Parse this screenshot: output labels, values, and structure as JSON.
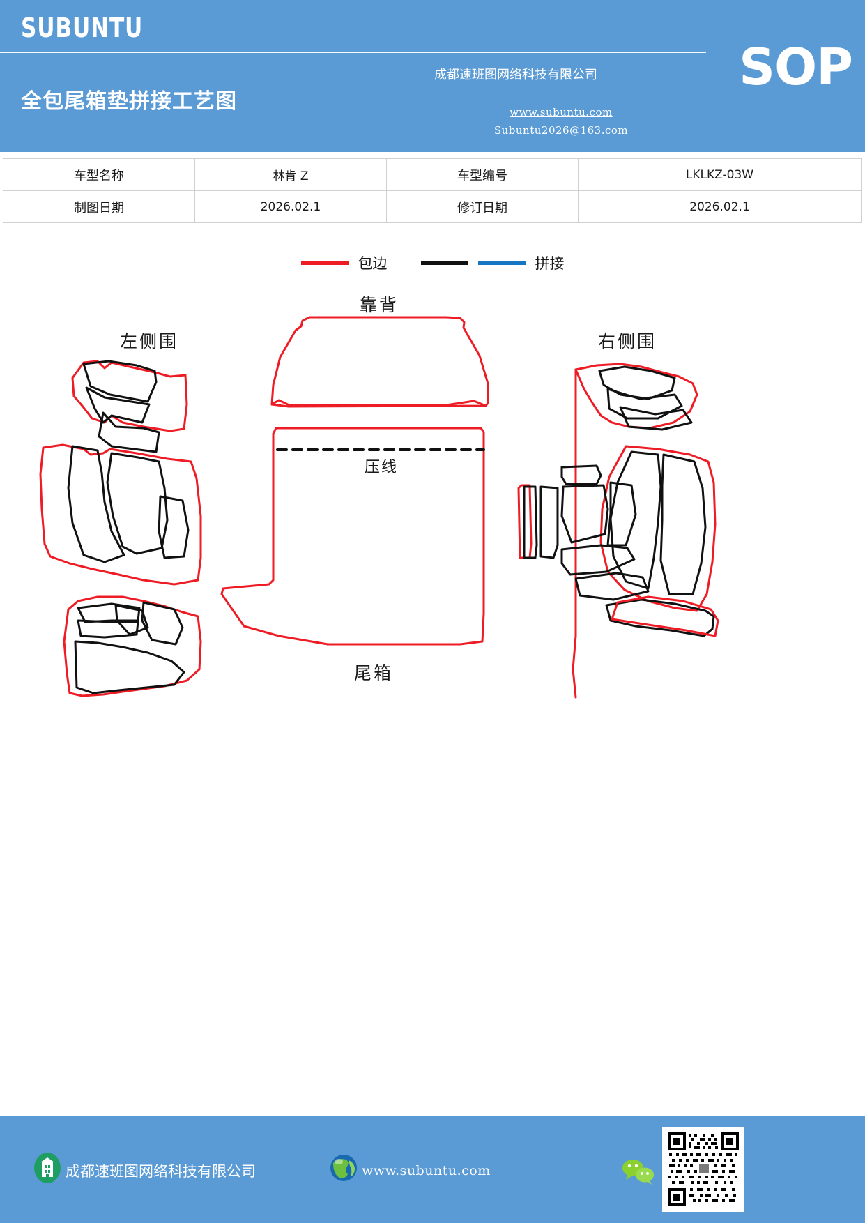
{
  "header": {
    "brand": "SUBUNTU",
    "doc_title": "全包尾箱垫拼接工艺图",
    "company": "成都速班图网络科技有限公司",
    "badge": "SOP",
    "url": "www.subuntu.com",
    "email": "Subuntu2026@163.com",
    "bg_color": "#5b9bd5"
  },
  "info_table": {
    "rows": [
      {
        "label1": "车型名称",
        "value1": "林肯 Z",
        "label2": "车型编号",
        "value2": "LKLKZ-03W"
      },
      {
        "label1": "制图日期",
        "value1": "2026.02.1",
        "label2": "修订日期",
        "value2": "2026.02.1"
      }
    ]
  },
  "legend": {
    "items": [
      {
        "label": "包边",
        "color": "#ee1c25",
        "name": "edge-binding"
      },
      {
        "label": "拼接",
        "color": "#111111",
        "color2": "#1577c4",
        "name": "splicing"
      }
    ]
  },
  "drawing": {
    "labels": {
      "left_side": "左侧围",
      "backrest": "靠背",
      "right_side": "右侧围",
      "crease_line": "压线",
      "trunk": "尾箱"
    },
    "colors": {
      "binding": "#ee1c25",
      "splice": "#111111",
      "crease": "#111111"
    }
  },
  "footer": {
    "company": "成都速班图网络科技有限公司",
    "url": "www.subuntu.com",
    "bg_color": "#5b9bd5",
    "icons": {
      "building": "building-icon",
      "globe": "globe-icon",
      "wechat": "wechat-icon",
      "qr": "qr-code"
    }
  }
}
